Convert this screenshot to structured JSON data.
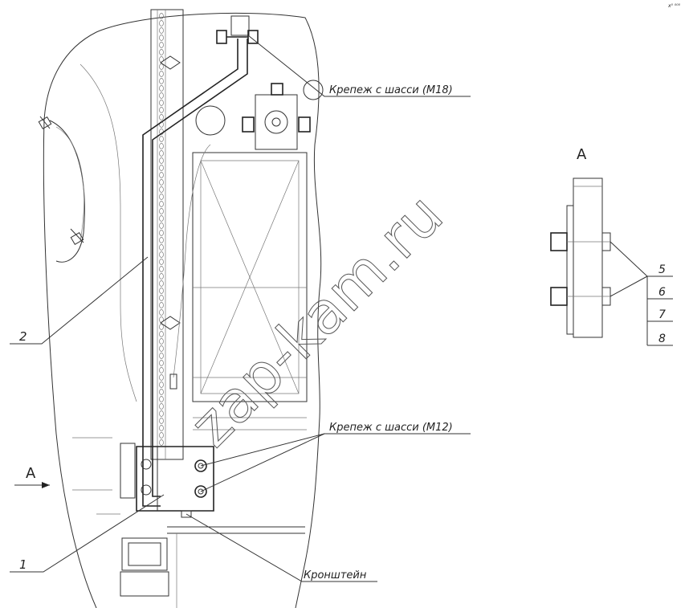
{
  "corner_mark": "x⁰ ⁰⁰⁰",
  "callouts": {
    "mount_m18": "Крепеж с шасси (М18)",
    "mount_m12": "Крепеж с шасси (М12)",
    "bracket": "Кронштейн"
  },
  "part_numbers": {
    "item_1": "1",
    "item_2": "2"
  },
  "view": {
    "arrow_label": "A",
    "section_title": "A",
    "items": [
      "5",
      "6",
      "7",
      "8"
    ]
  },
  "watermark": "zap-kam.ru"
}
